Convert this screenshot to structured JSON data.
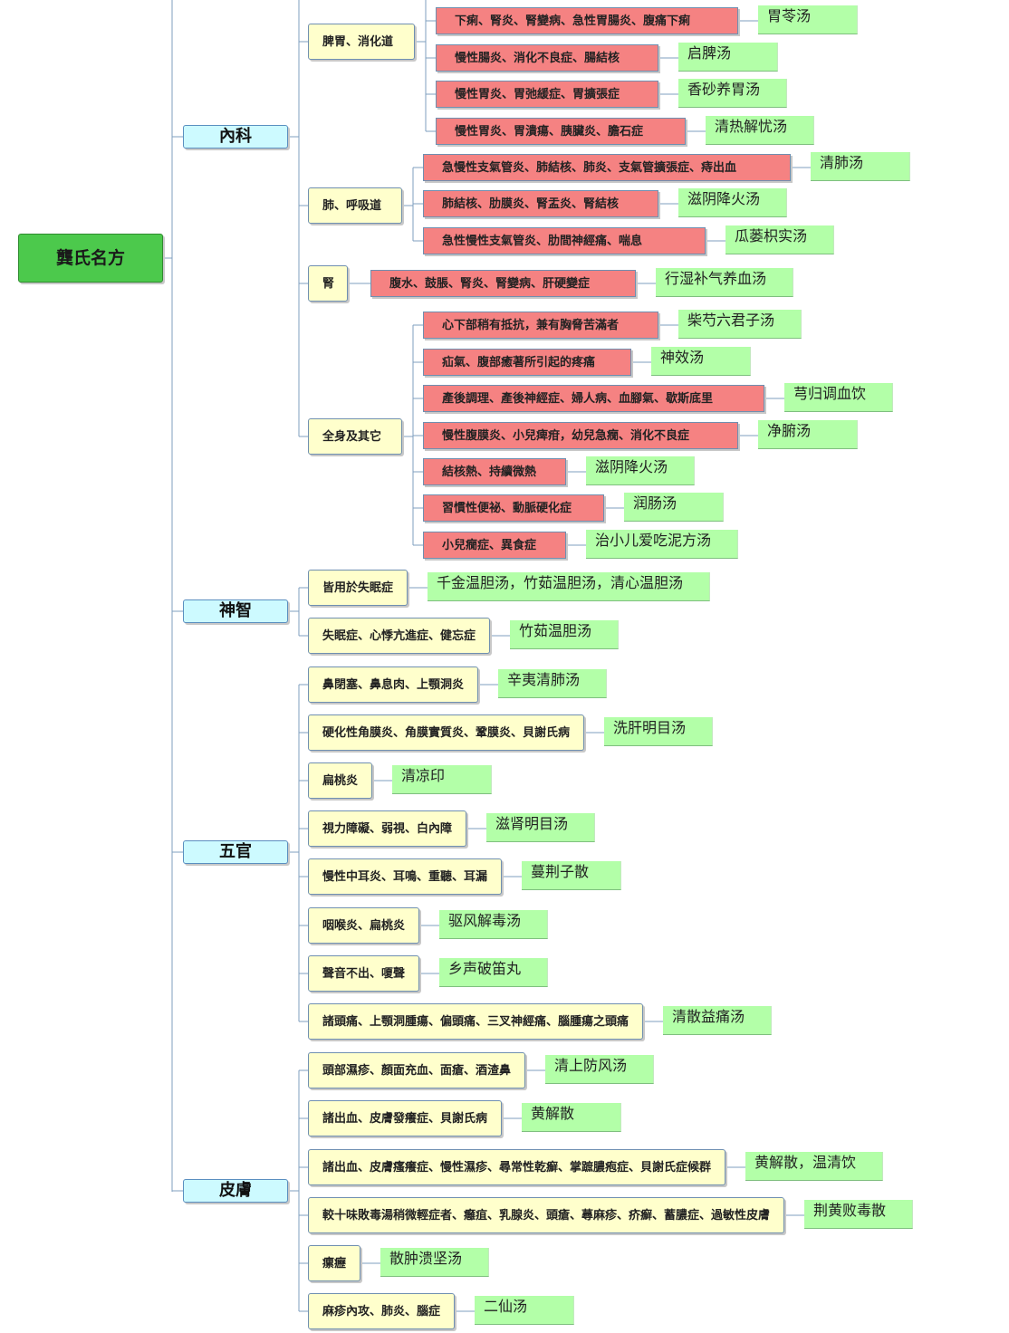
{
  "root": {
    "label": "龔氏名方"
  },
  "categories": [
    {
      "label": "內科",
      "groups": [
        {
          "label": "脾胃、消化道",
          "items": [
            {
              "symptom": "下痢、腎炎、腎變病、急性胃腸炎、腹痛下痢",
              "formula": "胃苓汤"
            },
            {
              "symptom": "慢性腸炎、消化不良症、腸結核",
              "formula": "启脾汤"
            },
            {
              "symptom": "慢性胃炎、胃弛緩症、胃擴張症",
              "formula": "香砂养胃汤"
            },
            {
              "symptom": "慢性胃炎、胃潰瘍、胰臟炎、膽石症",
              "formula": "清热解忧汤"
            }
          ]
        },
        {
          "label": "肺、呼吸道",
          "items": [
            {
              "symptom": "急慢性支氣管炎、肺結核、肺炎、支氣管擴張症、痔出血",
              "formula": "清肺汤"
            },
            {
              "symptom": "肺結核、肋膜炎、腎盂炎、腎結核",
              "formula": "滋阴降火汤"
            },
            {
              "symptom": "急性慢性支氣管炎、肋間神經痛、喘息",
              "formula": "瓜蒌枳实汤"
            }
          ]
        },
        {
          "label": "腎",
          "items": [
            {
              "symptom": "腹水、鼓脹、腎炎、腎變病、肝硬變症",
              "formula": "行湿补气养血汤"
            }
          ]
        },
        {
          "label": "全身及其它",
          "items": [
            {
              "symptom": "心下部稍有抵抗，兼有胸脅苦滿者",
              "formula": "柴芍六君子汤"
            },
            {
              "symptom": "疝氣、腹部癒著所引起的疼痛",
              "formula": "神效汤"
            },
            {
              "symptom": "產後調理、產後神經症、婦人病、血腳氣、歇斯底里",
              "formula": "芎归调血饮"
            },
            {
              "symptom": "慢性腹膜炎、小兒痺疳，幼兒急癇、消化不良症",
              "formula": "净腑汤"
            },
            {
              "symptom": "結核熱、持續微熱",
              "formula": "滋阴降火汤"
            },
            {
              "symptom": "習慣性便祕、動脈硬化症",
              "formula": "润肠汤"
            },
            {
              "symptom": "小兒癇症、異食症",
              "formula": "治小儿爱吃泥方汤"
            }
          ]
        }
      ]
    },
    {
      "label": "神智",
      "groups": [
        {
          "label": "皆用於失眠症",
          "formula": "千金温胆汤，竹茹温胆汤，清心温胆汤"
        },
        {
          "label": "失眠症、心悸亢進症、健忘症",
          "formula": "竹茹温胆汤"
        }
      ]
    },
    {
      "label": "五官",
      "groups": [
        {
          "label": "鼻閉塞、鼻息肉、上顎洞炎",
          "formula": "辛夷清肺汤"
        },
        {
          "label": "硬化性角膜炎、角膜實質炎、鞏膜炎、貝謝氏病",
          "formula": "洗肝明目汤"
        },
        {
          "label": "扁桃炎",
          "formula": "清凉印"
        },
        {
          "label": "視力障礙、弱視、白內障",
          "formula": "滋肾明目汤"
        },
        {
          "label": "慢性中耳炎、耳鳴、重聽、耳漏",
          "formula": "蔓荆子散"
        },
        {
          "label": "咽喉炎、扁桃炎",
          "formula": "驱风解毒汤"
        },
        {
          "label": "聲音不出、嗄聲",
          "formula": "乡声破笛丸"
        },
        {
          "label": "諸頭痛、上顎洞腫瘍、偏頭痛、三叉神經痛、腦腫瘍之頭痛",
          "formula": "清散益痛汤"
        }
      ]
    },
    {
      "label": "皮膚",
      "groups": [
        {
          "label": "頭部濕疹、顏面充血、面瘡、酒渣鼻",
          "formula": "清上防风汤"
        },
        {
          "label": "諸出血、皮膚發癢症、貝謝氏病",
          "formula": "黄解散"
        },
        {
          "label": "諸出血、皮膚瘙癢症、慢性濕疹、尋常性乾癬、掌蹠膿疱症、貝謝氏症候群",
          "formula": "黄解散，温清饮"
        },
        {
          "label": "較十味敗毒湯稍微輕症者、癰疽、乳腺炎、頭瘡、蕁麻疹、疥癬、蓄膿症、過敏性皮膚",
          "formula": "荆黄败毒散"
        },
        {
          "label": "瘰癧",
          "formula": "散肿溃坚汤"
        },
        {
          "label": "麻疹內攻、肺炎、腦症",
          "formula": "二仙汤"
        }
      ]
    }
  ]
}
